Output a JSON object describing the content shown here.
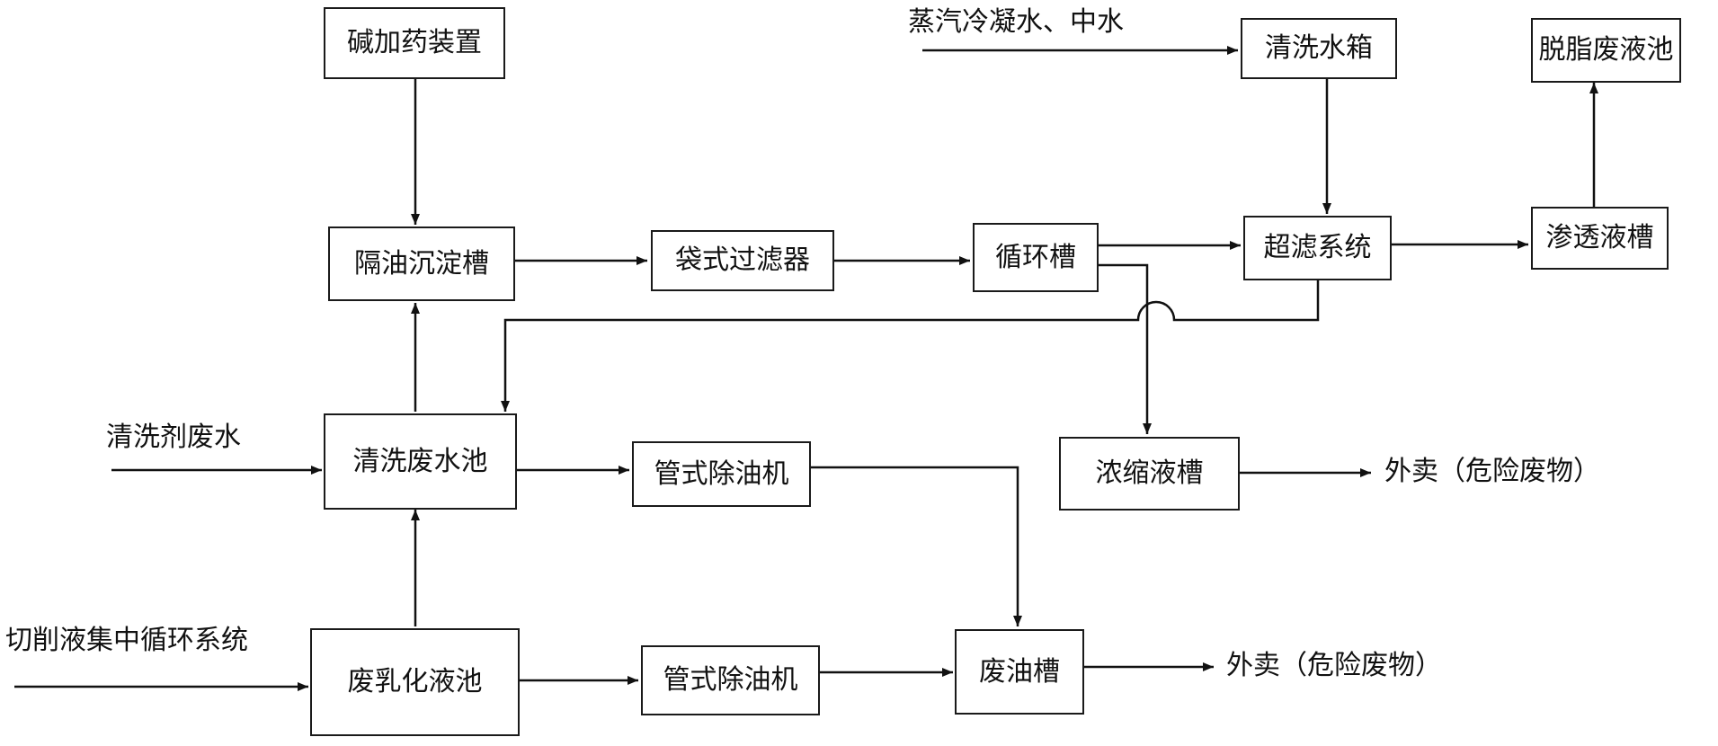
{
  "nodes": {
    "alkali_dosing": "碱加药装置",
    "oil_separation_tank": "隔油沉淀槽",
    "bag_filter": "袋式过滤器",
    "circulation_tank": "循环槽",
    "ultrafiltration": "超滤系统",
    "permeate_tank": "渗透液槽",
    "degreasing_pool": "脱脂废液池",
    "rinse_water_tank": "清洗水箱",
    "cleaning_wastewater_pool": "清洗废水池",
    "tube_oil_remover_1": "管式除油机",
    "concentrate_tank": "浓缩液槽",
    "waste_emulsion_pool": "废乳化液池",
    "tube_oil_remover_2": "管式除油机",
    "waste_oil_tank": "废油槽"
  },
  "inputs": {
    "steam_condensate": "蒸汽冷凝水、中水",
    "detergent_wastewater": "清洗剂废水",
    "cutting_fluid_system": "切削液集中循环系统"
  },
  "outputs": {
    "sale_concentrate": "外卖（危险废物）",
    "sale_waste_oil": "外卖（危险废物）"
  }
}
